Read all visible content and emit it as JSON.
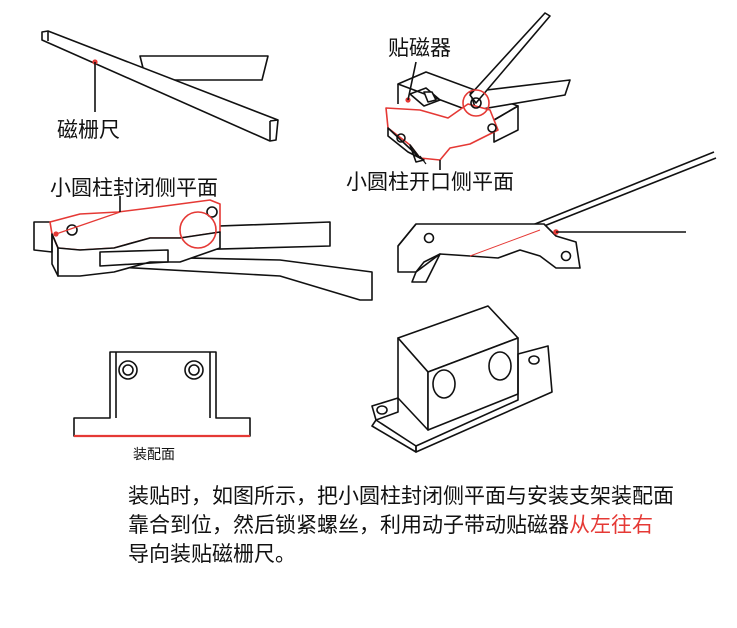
{
  "labels": {
    "magnet_ruler": "磁栅尺",
    "magnet_applicator": "贴磁器",
    "closed_side": "小圆柱封闭侧平面",
    "open_side": "小圆柱开口侧平面",
    "mount_face": "装配面"
  },
  "caption": {
    "line1": "装贴时，如图所示，把小圆柱封闭侧平面与安装支架装配面",
    "line2_prefix": "靠合到位，然后锁紧螺丝，利用动子带动贴磁器",
    "line2_highlight": "从左往右",
    "line3": "导向装贴磁栅尺。"
  },
  "colors": {
    "accent": "#e53935",
    "line": "#111111"
  }
}
